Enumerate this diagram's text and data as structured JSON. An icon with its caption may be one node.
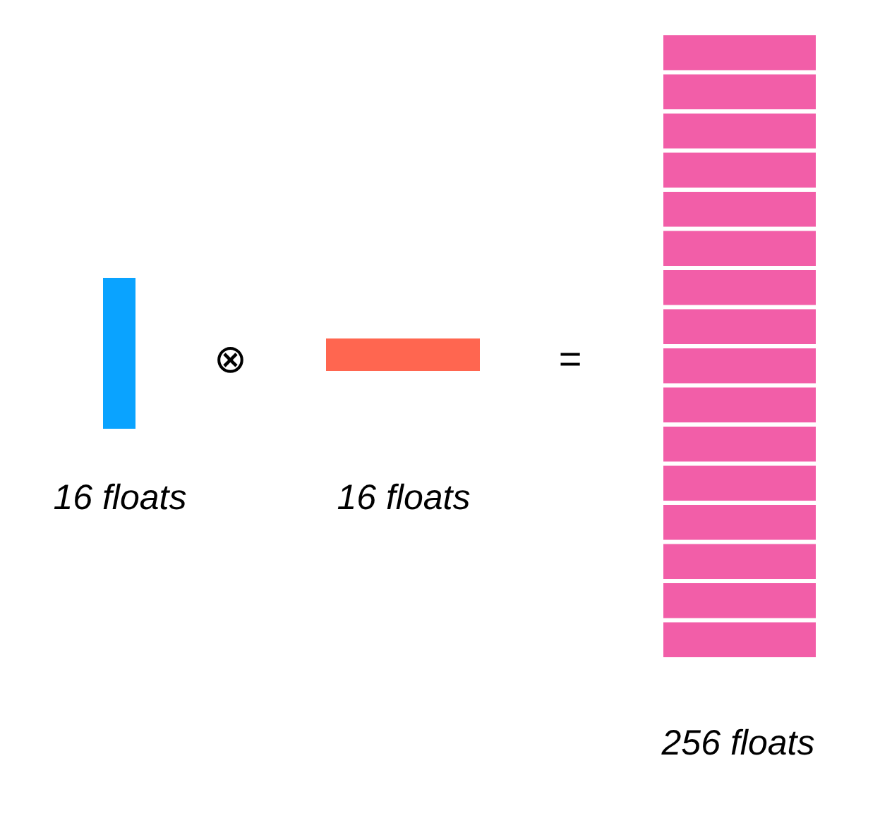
{
  "diagram": {
    "nodes": [
      {
        "text": [],
        "shape": "bar",
        "beside": [
          "16 floats"
        ]
      },
      {
        "text": [],
        "shape": "bar",
        "beside": [
          "16 floats"
        ]
      },
      {
        "text": [],
        "shape": "box",
        "beside": [
          "256 floats"
        ]
      }
    ],
    "labels": [
      "⊗",
      "="
    ]
  }
}
